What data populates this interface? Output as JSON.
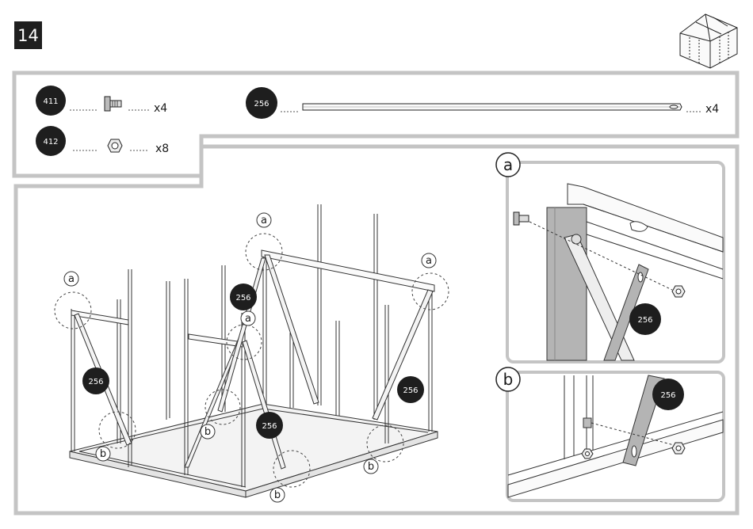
{
  "step_number": "14",
  "parts": [
    {
      "id": "411",
      "name": "bolt-icon",
      "qty": "x4"
    },
    {
      "id": "412",
      "name": "nut-icon",
      "qty": "x8"
    },
    {
      "id": "256",
      "name": "brace-bar-icon",
      "qty": "x4"
    }
  ],
  "main_labels": {
    "part": "256",
    "detail_a": "a",
    "detail_b": "b"
  },
  "details": [
    {
      "letter": "a",
      "part": "256"
    },
    {
      "letter": "b",
      "part": "256"
    }
  ],
  "colors": {
    "frame_gray": "#c8c8c8",
    "badge": "#1e1e1e",
    "panel_bar": "#b4b4b4"
  }
}
